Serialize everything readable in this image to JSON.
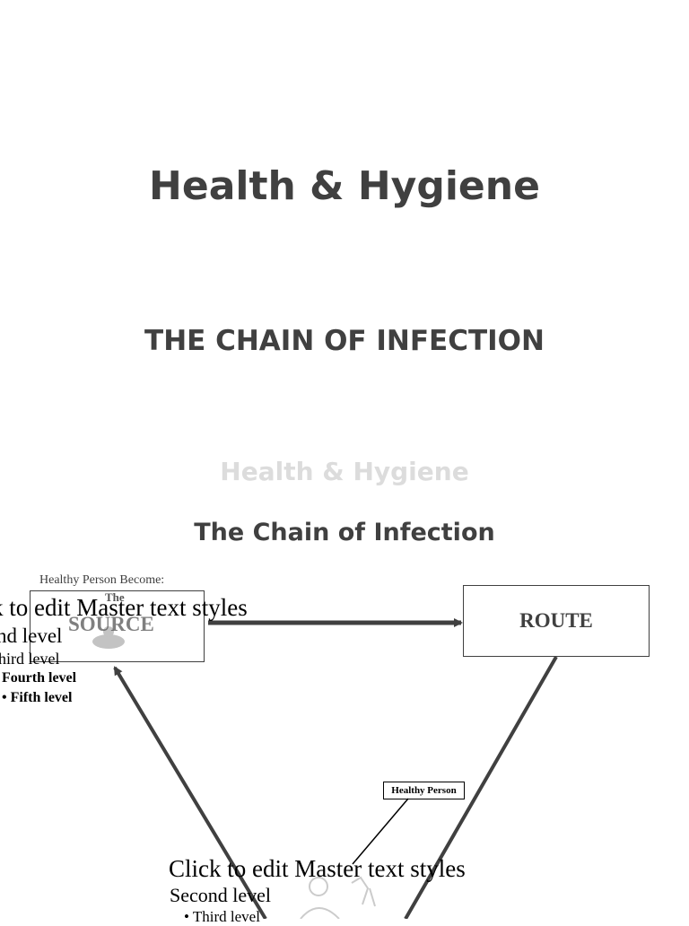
{
  "slide1": {
    "title": "Health & Hygiene",
    "subtitle": "THE CHAIN OF INFECTION"
  },
  "slide2": {
    "header": "Health & Hygiene",
    "title": "The Chain of Infection",
    "source": {
      "caption": "Healthy Person Become:",
      "the": "The",
      "label": "SOURCE"
    },
    "route": {
      "label": "ROUTE"
    },
    "healthy_person": {
      "label": "Healthy Person"
    },
    "master_text_1": {
      "l1": "k to edit Master text styles",
      "l2": "nd level",
      "l3": "hird level",
      "l4": "Fourth level",
      "l5": "•  Fifth level"
    },
    "master_text_2": {
      "l1": "Click to edit Master text styles",
      "l2": "Second level",
      "l3": "•  Third level"
    }
  }
}
